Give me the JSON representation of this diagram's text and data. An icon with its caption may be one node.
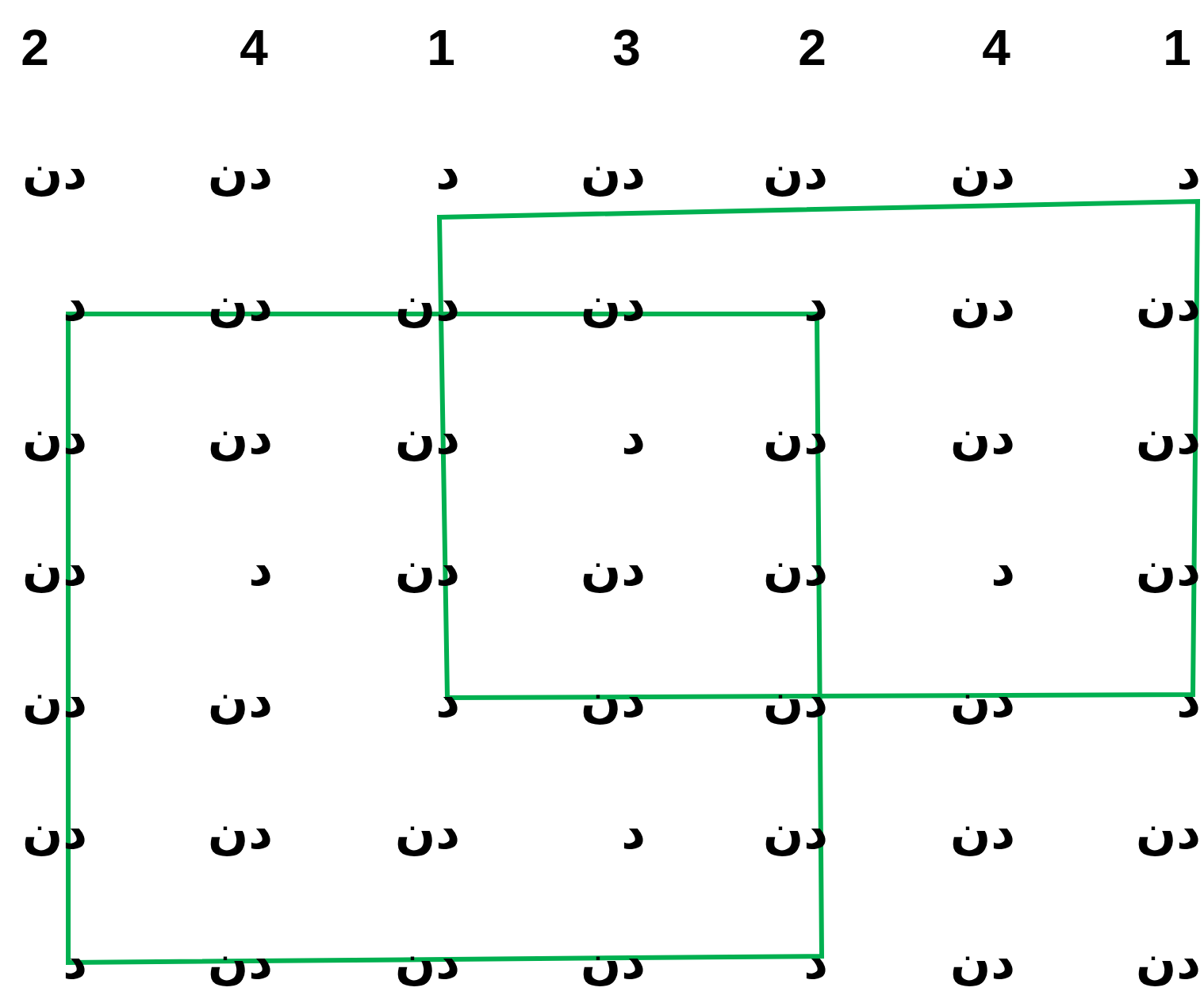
{
  "diagram": {
    "labels": [
      "2",
      "4",
      "1",
      "3",
      "2",
      "4",
      "1",
      "دن",
      "دن",
      "د",
      "دن",
      "دن",
      "دن",
      "د",
      "د",
      "دن",
      "دن",
      "دن",
      "د",
      "دن",
      "دن",
      "دن",
      "دن",
      "دن",
      "د",
      "دن",
      "دن",
      "دن",
      "دن",
      "د",
      "دن",
      "دن",
      "دن",
      "د",
      "دن",
      "دن",
      "دن",
      "د",
      "دن",
      "دن",
      "دن",
      "د",
      "دن",
      "دن",
      "دن",
      "د",
      "دن",
      "دن",
      "دن",
      "د",
      "دن",
      "دن",
      "دن",
      "د",
      "دن",
      "دن"
    ]
  }
}
